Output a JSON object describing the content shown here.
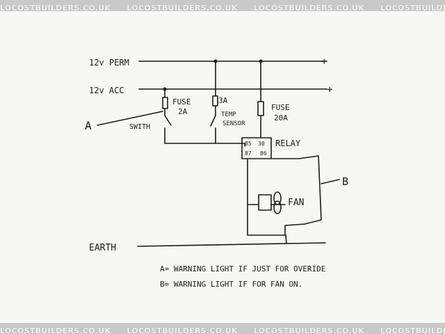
{
  "watermark": {
    "text": "LOCOSTBUILDERS.CO.UK"
  },
  "diagram": {
    "rail_perm_label": "12v PERM",
    "rail_acc_label": "12v ACC",
    "plus_symbol": "+",
    "fuse1_label": "FUSE",
    "fuse1_rating": "2A",
    "fuse2_rating": "3A",
    "fuse3_label": "FUSE",
    "fuse3_rating": "20A",
    "switch_label": "SWITH",
    "sensor_label_line1": "TEMP",
    "sensor_label_line2": "SENSOR",
    "relay_label": "RELAY",
    "relay_pin_85": "85",
    "relay_pin_30": "30",
    "relay_pin_87": "87",
    "relay_pin_86": "86",
    "fan_label": "FAN",
    "earth_label": "EARTH",
    "marker_a": "A",
    "marker_b": "B",
    "note_a": "A= WARNING LIGHT IF JUST FOR OVERIDE",
    "note_b": "B= WARNING LIGHT IF FOR FAN ON."
  }
}
